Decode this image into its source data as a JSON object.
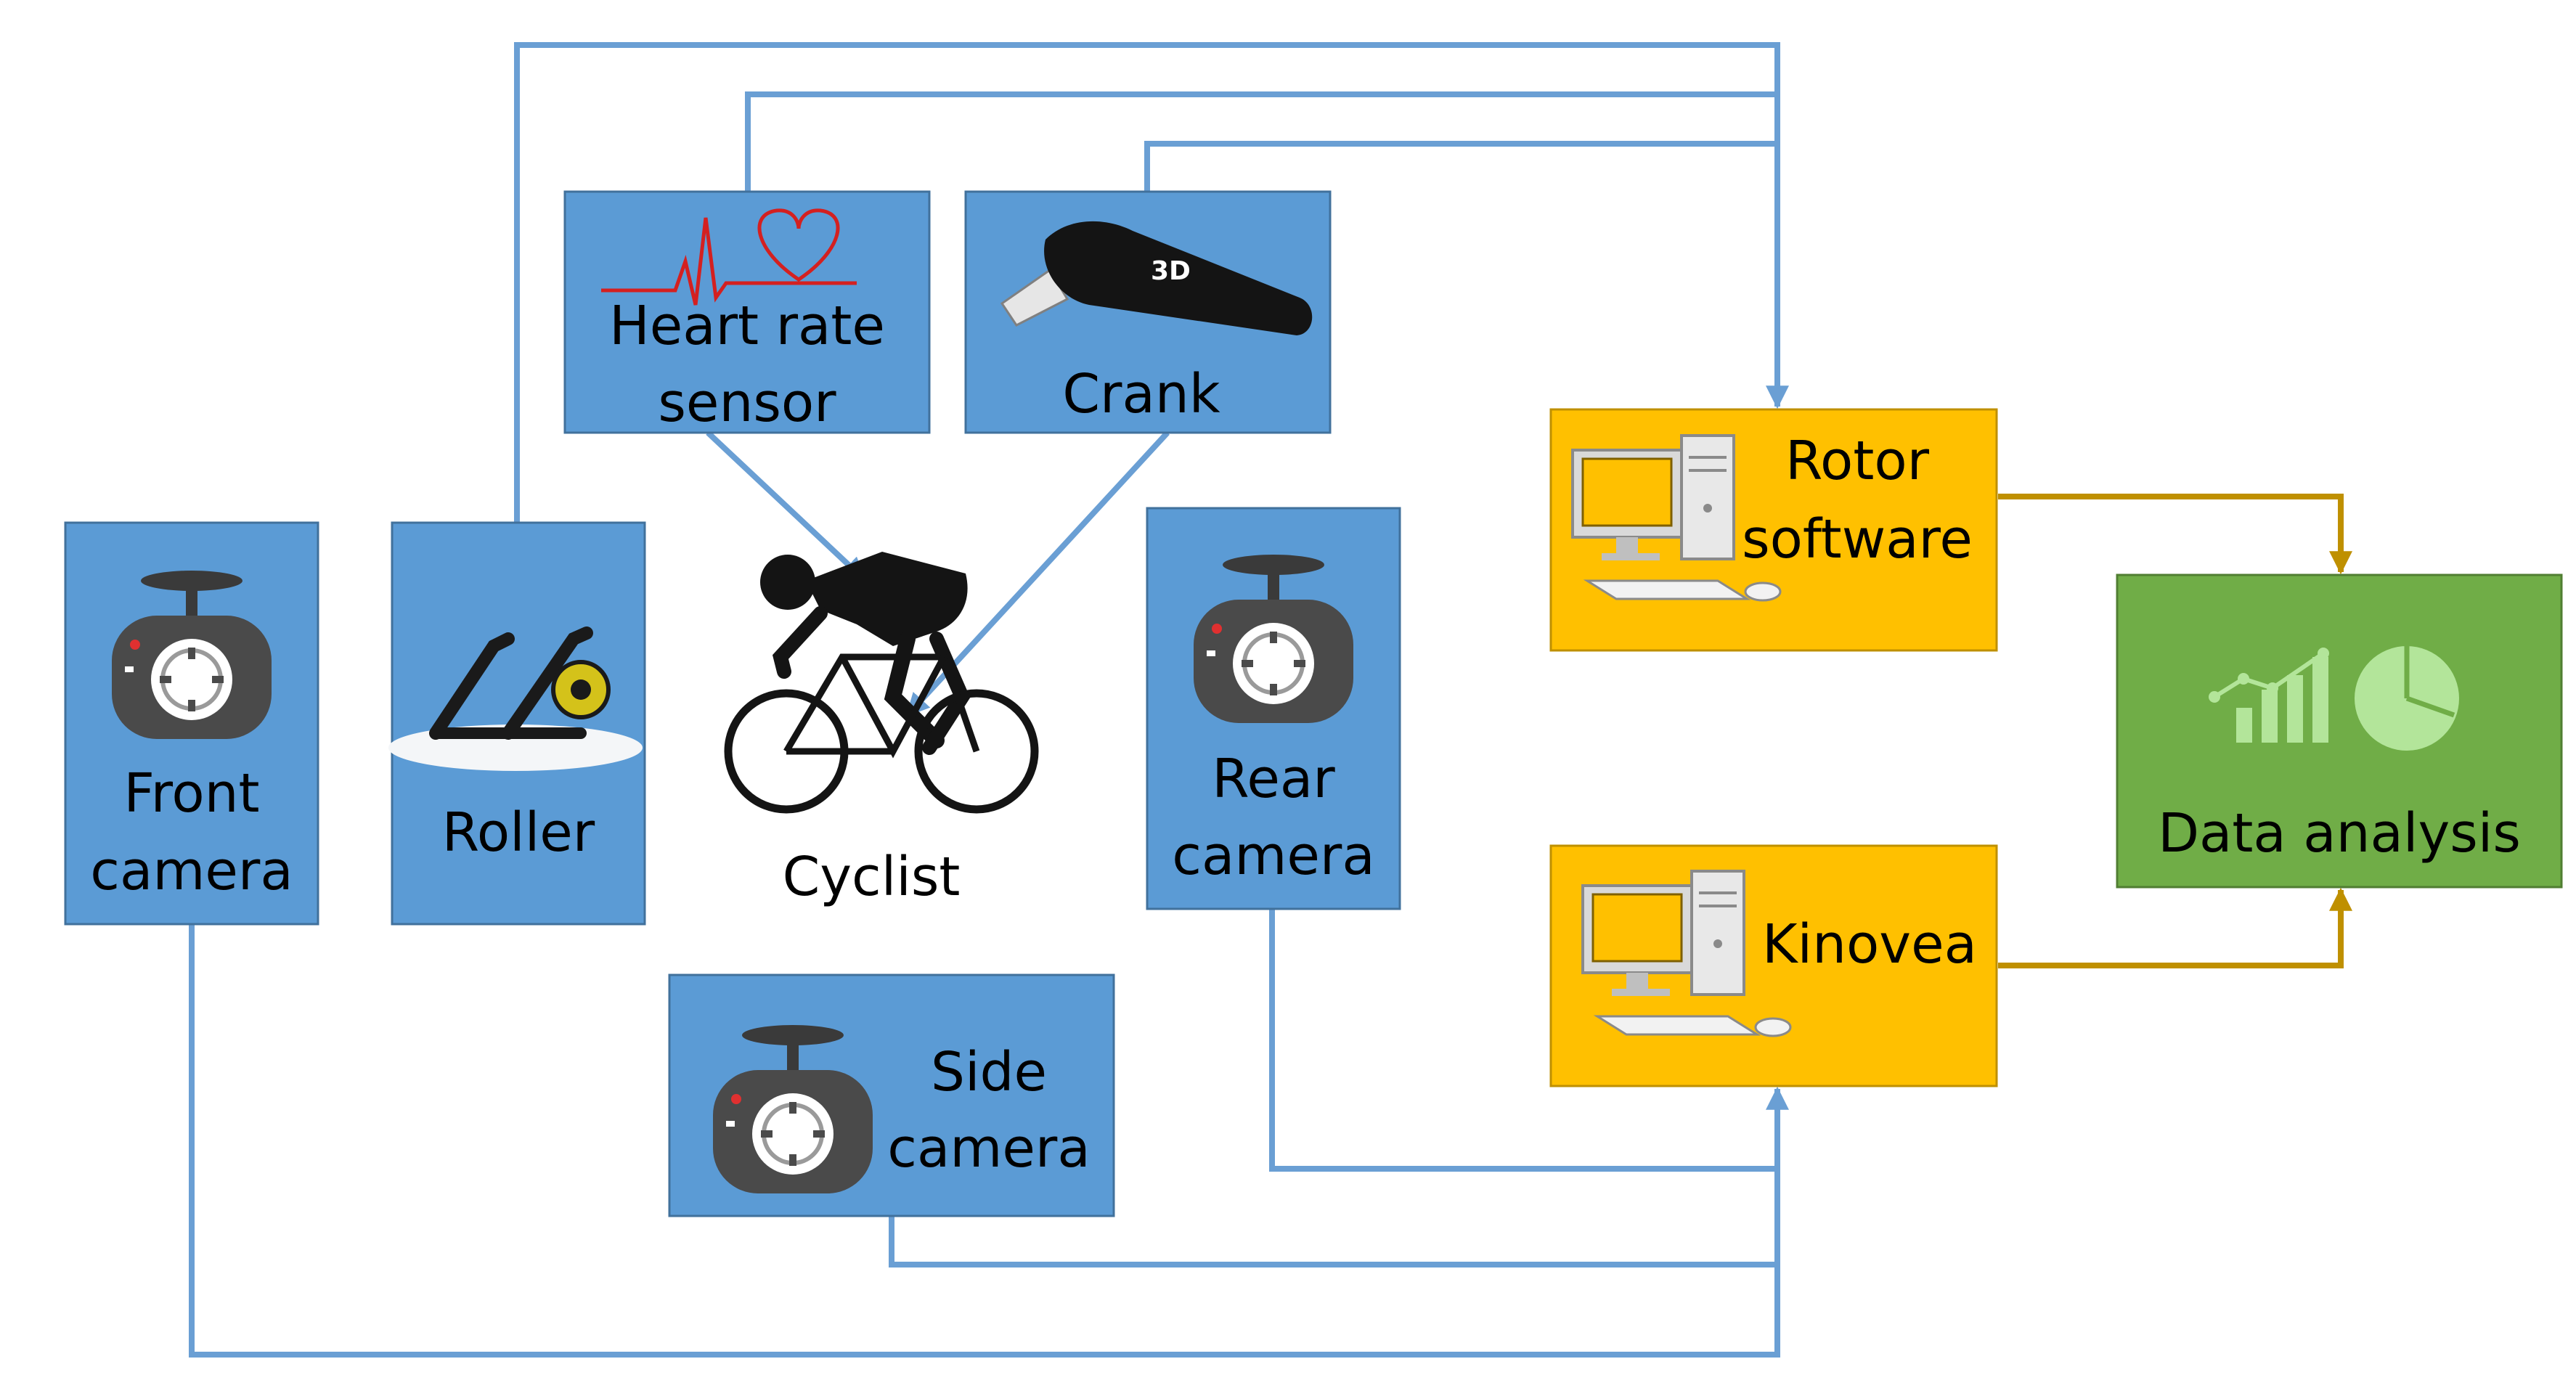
{
  "nodes": {
    "front_camera": {
      "line1": "Front",
      "line2": "camera"
    },
    "roller": {
      "label": "Roller"
    },
    "heart_rate_sensor": {
      "line1": "Heart rate",
      "line2": "sensor"
    },
    "crank": {
      "label": "Crank",
      "logo_text": "3D"
    },
    "cyclist": {
      "label": "Cyclist"
    },
    "rear_camera": {
      "line1": "Rear",
      "line2": "camera"
    },
    "side_camera": {
      "line1": "Side",
      "line2": "camera"
    },
    "rotor_software": {
      "line1": "Rotor",
      "line2": "software"
    },
    "kinovea": {
      "label": "Kinovea"
    },
    "data_analysis": {
      "label": "Data analysis"
    }
  },
  "colors": {
    "sensor_box": "#5b9bd5",
    "software_box": "#ffc000",
    "analysis_box": "#70ad47",
    "connector_blue": "#6a9fd4",
    "connector_gold": "#bf9000"
  }
}
